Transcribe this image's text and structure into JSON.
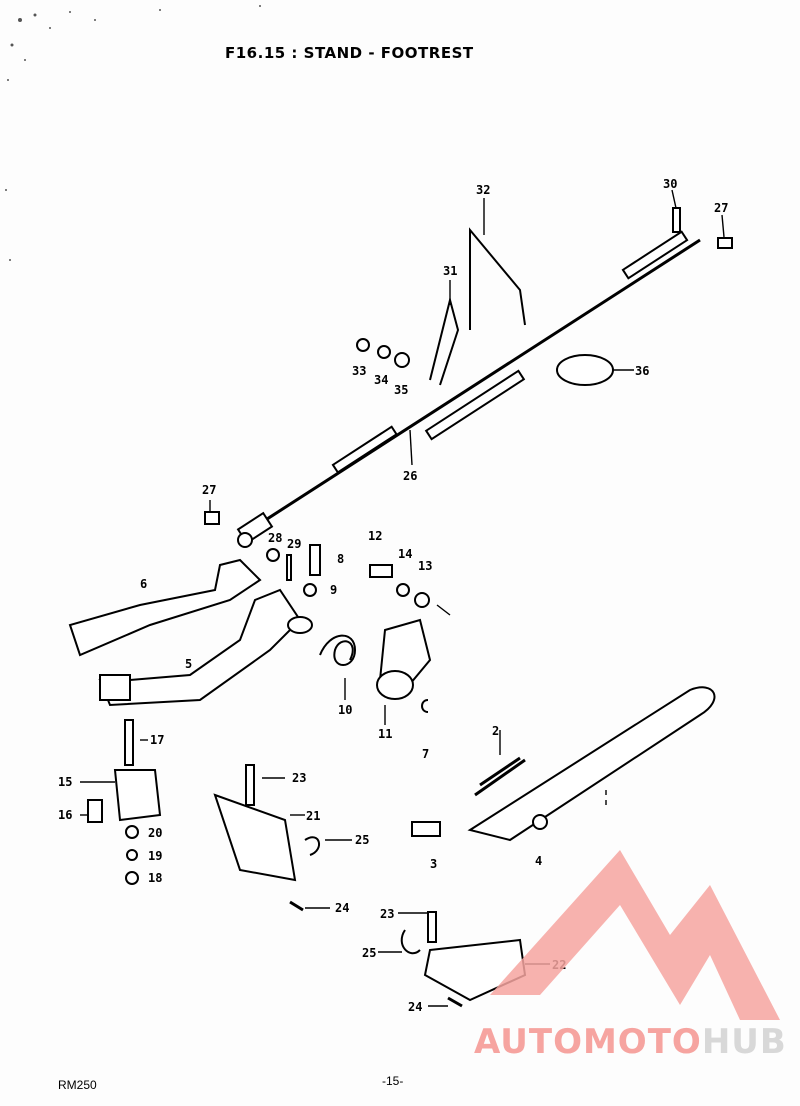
{
  "title": "F16.15 : STAND - FOOTREST",
  "footer": {
    "model": "RM250",
    "page": "-15-"
  },
  "watermark": {
    "part1": "AUTOMOTO",
    "part2": "HUB",
    "color_primary": "#f6a4a0",
    "color_secondary": "#d8d8d8"
  },
  "callouts": {
    "c2": "2",
    "c3": "3",
    "c4": "4",
    "c5": "5",
    "c6": "6",
    "c7": "7",
    "c8": "8",
    "c9": "9",
    "c10": "10",
    "c11": "11",
    "c12": "12",
    "c13": "13",
    "c14": "14",
    "c15": "15",
    "c16": "16",
    "c17": "17",
    "c18": "18",
    "c19": "19",
    "c20": "20",
    "c21": "21",
    "c22": "22",
    "c23a": "23",
    "c23b": "23",
    "c24a": "24",
    "c24b": "24",
    "c25a": "25",
    "c25b": "25",
    "c26": "26",
    "c27a": "27",
    "c27b": "27",
    "c28": "28",
    "c29": "29",
    "c30": "30",
    "c31": "31",
    "c32": "32",
    "c33": "33",
    "c34": "34",
    "c35": "35",
    "c36": "36"
  }
}
